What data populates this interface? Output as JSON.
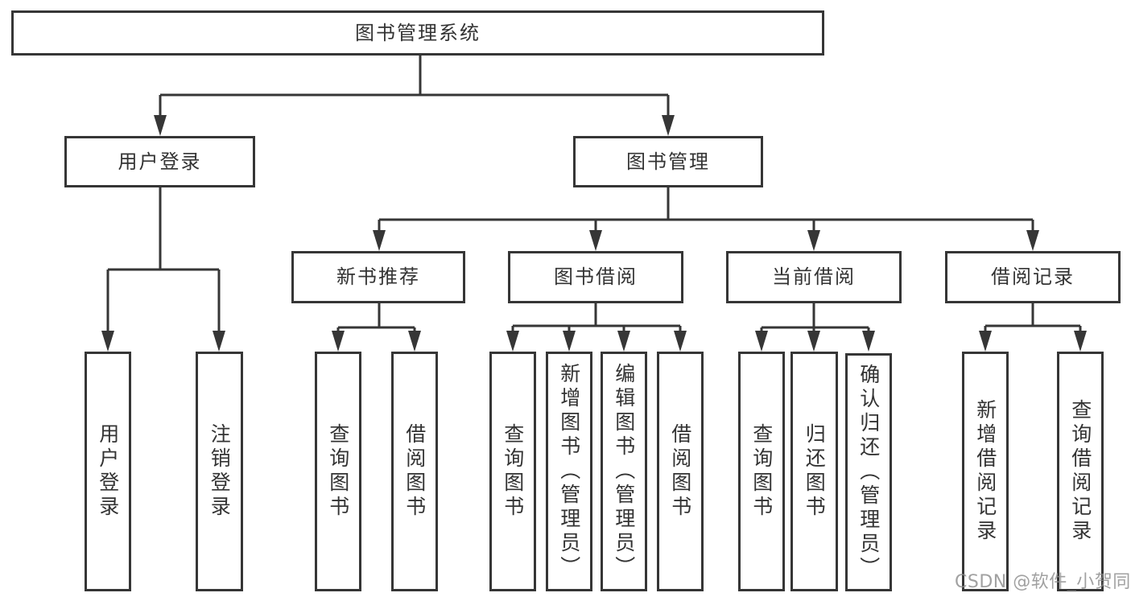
{
  "tree": {
    "root": "图书管理系统",
    "user_login": {
      "label": "用户登录",
      "children": [
        "用户登录",
        "注销登录"
      ]
    },
    "book_mgmt": {
      "label": "图书管理",
      "sections": [
        {
          "label": "新书推荐",
          "children": [
            "查询图书",
            "借阅图书"
          ]
        },
        {
          "label": "图书借阅",
          "children": [
            "查询图书",
            "新增图书（管理员）",
            "编辑图书（管理员）",
            "借阅图书"
          ]
        },
        {
          "label": "当前借阅",
          "children": [
            "查询图书",
            "归还图书",
            "确认归还（管理员）"
          ]
        },
        {
          "label": "借阅记录",
          "children": [
            "新增借阅记录",
            "查询借阅记录"
          ]
        }
      ]
    }
  },
  "watermark": "CSDN @软件_小贺同学",
  "colors": {
    "line": "#363636",
    "text": "#333333",
    "watermark": "#8a8a8a",
    "background": "#ffffff"
  }
}
